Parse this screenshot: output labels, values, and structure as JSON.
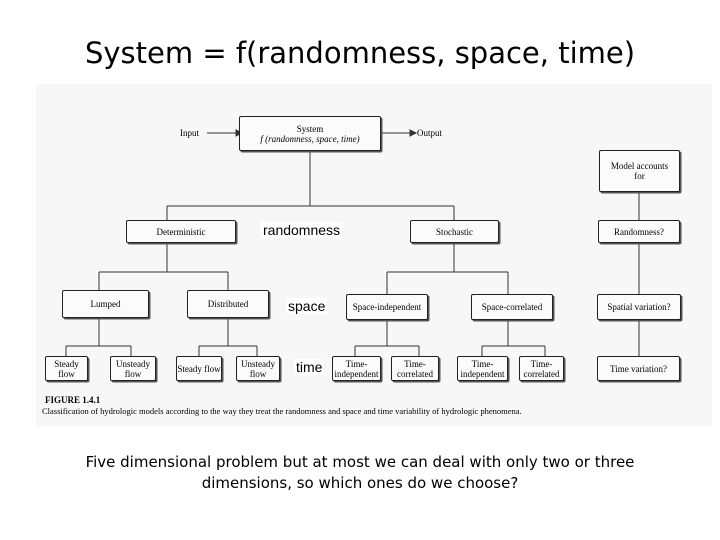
{
  "slide": {
    "title": "System = f(randomness, space, time)",
    "body": "Five dimensional problem but at most we can deal with only two or three dimensions, so which ones do we choose?"
  },
  "overlays": {
    "randomness": "randomness",
    "space": "space",
    "time": "time"
  },
  "figure": {
    "input": "Input",
    "output": "Output",
    "system_line1": "System",
    "system_line2": "f (randomness, space, time)",
    "model_accounts_for": "Model accounts for",
    "deterministic": "Deterministic",
    "stochastic": "Stochastic",
    "randomness_q": "Randomness?",
    "lumped": "Lumped",
    "distributed": "Distributed",
    "space_independent": "Space-independent",
    "space_correlated": "Space-correlated",
    "spatial_variation_q": "Spatial variation?",
    "steady_flow": "Steady flow",
    "unsteady_flow": "Unsteady flow",
    "time_independent": "Time-independent",
    "time_correlated": "Time-correlated",
    "time_variation_q": "Time variation?",
    "caption_number": "FIGURE 1.4.1",
    "caption_text": "Classification of hydrologic models according to the way they treat the randomness and space and time variability of hydrologic phenomena."
  }
}
